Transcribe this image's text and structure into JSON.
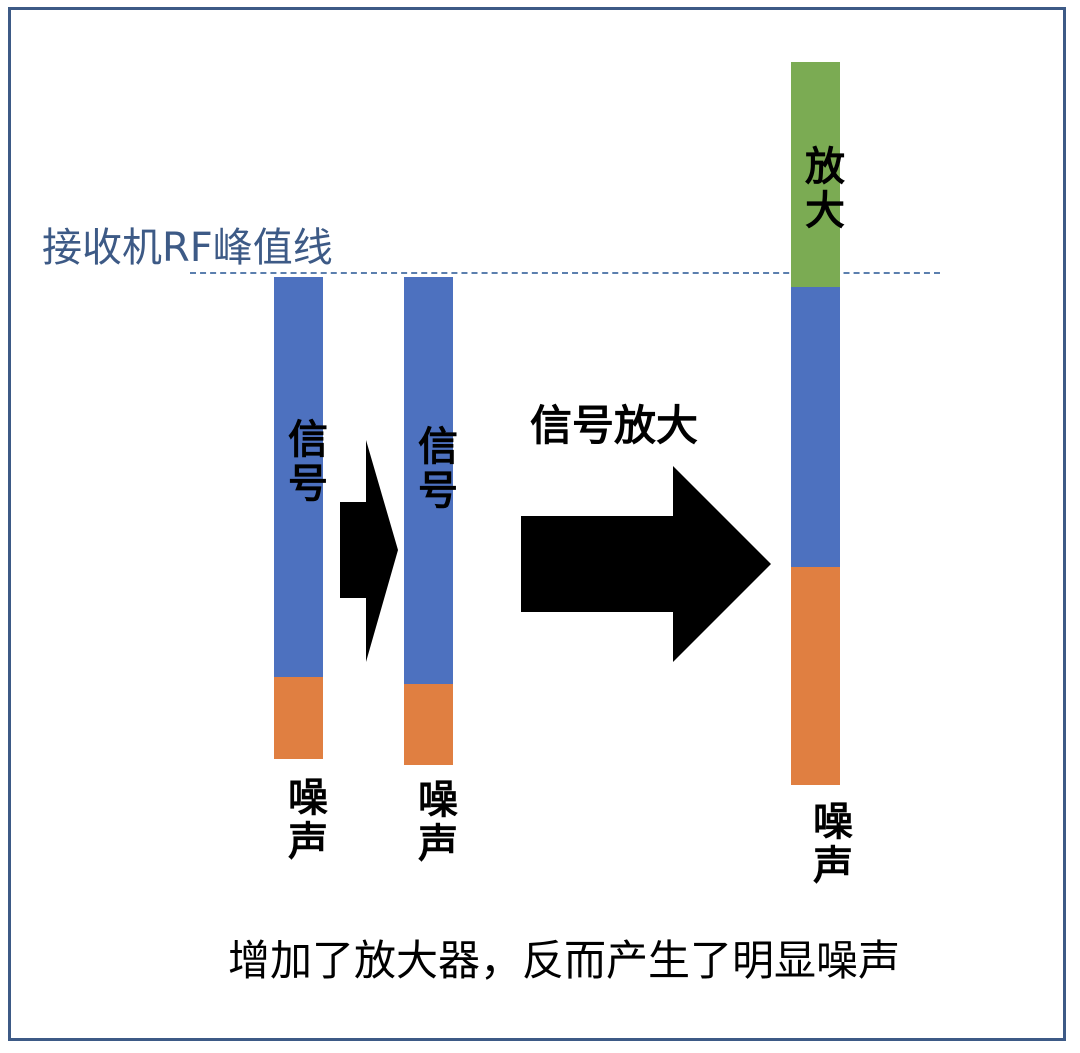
{
  "peak_line": {
    "label": "接收机RF峰值线"
  },
  "bar1": {
    "signal_label": "信号",
    "noise_label": "噪声"
  },
  "bar2": {
    "signal_label": "信号",
    "noise_label": "噪声"
  },
  "bar3": {
    "amplified_label": "放大",
    "noise_label": "噪声"
  },
  "big_arrow": {
    "label": "信号放大"
  },
  "caption": "增加了放大器，反而产生了明显噪声",
  "colors": {
    "signal": "#4d71bf",
    "noise": "#e07f41",
    "amplified": "#7bab53",
    "frame": "#3d5a86",
    "peak_line": "#5b7fae"
  }
}
